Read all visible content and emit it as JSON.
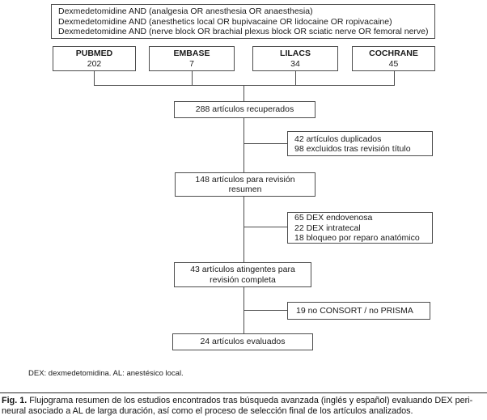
{
  "colors": {
    "box_border": "#4d4d4d",
    "text": "#1a1a1a",
    "background": "#ffffff"
  },
  "query_box": {
    "lines": [
      "Dexmedetomidine AND (analgesia OR anesthesia OR anaesthesia)",
      "Dexmedetomidine AND (anesthetics local OR bupivacaine OR lidocaine OR ropivacaine)",
      "Dexmedetomidine AND (nerve block OR brachial plexus block OR sciatic nerve OR femoral nerve)"
    ]
  },
  "databases": [
    {
      "name": "PUBMED",
      "count": "202"
    },
    {
      "name": "EMBASE",
      "count": "7"
    },
    {
      "name": "LILACS",
      "count": "34"
    },
    {
      "name": "COCHRANE",
      "count": "45"
    }
  ],
  "flow_boxes": {
    "retrieved": "288 artículos recuperados",
    "abstract_review": {
      "lines": [
        "148 artículos para revisión",
        "resumen"
      ]
    },
    "full_review": {
      "lines": [
        "43 artículos atingentes para",
        "revisión completa"
      ]
    },
    "evaluated": "24 artículos evaluados"
  },
  "exclusion_boxes": {
    "after_title": {
      "lines": [
        "42 artículos duplicados",
        "98 excluidos tras revisión título"
      ]
    },
    "after_abstract": {
      "lines": [
        "65 DEX endovenosa",
        "22 DEX intratecal",
        "18 bloqueo por reparo anatómico"
      ]
    },
    "after_full": {
      "lines": [
        "19 no CONSORT / no PRISMA"
      ]
    }
  },
  "footnote": "DEX: dexmedetomidina. AL: anestésico local.",
  "caption": {
    "label": "Fig. 1.",
    "line1": " Flujograma resumen de los estudios encontrados tras búsqueda avanzada (inglés y español) evaluando DEX peri-",
    "line2": "neural asociado a AL de larga duración, así como el proceso de selección final de los artículos analizados."
  }
}
